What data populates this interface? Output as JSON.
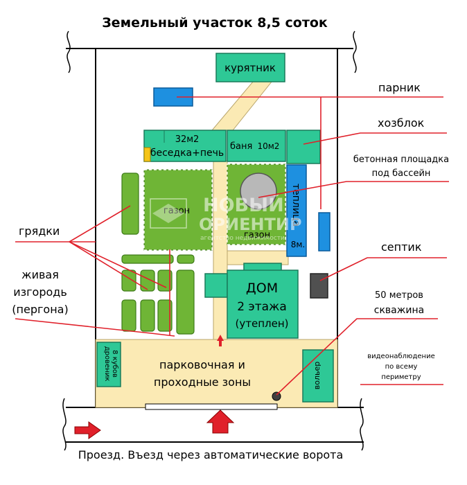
{
  "title": "Земельный участок 8,5 соток",
  "colors": {
    "parking": "#fbeab4",
    "path": "#fbeab4",
    "building": "#2ec896",
    "lawn": "#6fb536",
    "garden_bed": "#6fb536",
    "blue": "#1e90e0",
    "pool": "#b8b8b8",
    "septic": "#505050",
    "leader_line": "#e0202a",
    "arrow": "#e0202a"
  },
  "buildings": {
    "chicken_coop": "курятник",
    "gazebo_area": "32м2",
    "gazebo": "беседка+печь",
    "bath": "баня",
    "bath_area": "10м2",
    "greenhouse": "теплица",
    "greenhouse_size": "8м.",
    "house_title": "ДОМ",
    "house_floors": "2 этажа",
    "house_insulation": "(утеплен)",
    "firewood": "дровеник",
    "firewood_volume": "8 кубов",
    "aviary": "вольер"
  },
  "zones": {
    "lawn_left": "газон",
    "lawn_right": "газон",
    "parking_line1": "парковочная и",
    "parking_line2": "проходные зоны"
  },
  "callouts": {
    "hotbed": "парник",
    "utility_block": "хозблок",
    "pool_line1": "бетонная площадка",
    "pool_line2": "под бассейн",
    "garden_beds": "грядки",
    "hedge_line1": "живая",
    "hedge_line2": "изгородь",
    "hedge_line3": "(пергона)",
    "septic": "септик",
    "well_line1": "50 метров",
    "well_line2": "скважина",
    "cctv_line1": "видеонаблюдение",
    "cctv_line2": "по всему",
    "cctv_line3": "периметру"
  },
  "watermark": {
    "line1": "НОВЫЙ",
    "line2": "ОРИЕНТИР",
    "line3": "агентство недвижимости"
  },
  "footer": "Проезд. Въезд через автоматические ворота"
}
